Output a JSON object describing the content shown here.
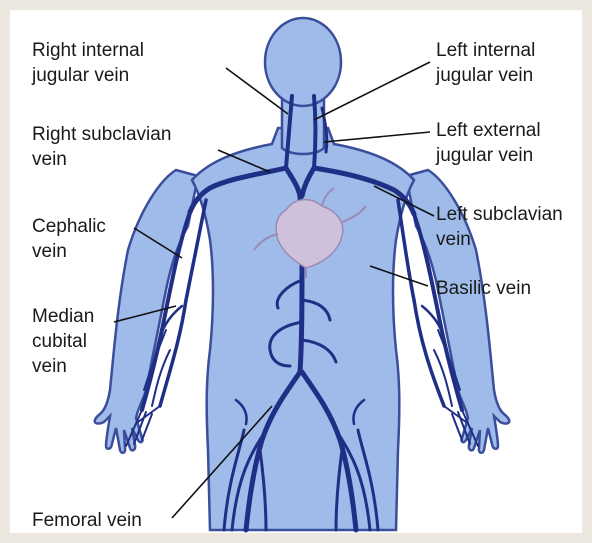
{
  "labels": {
    "right_internal_jugular": [
      "Right internal",
      "jugular vein"
    ],
    "left_internal_jugular": [
      "Left internal",
      "jugular vein"
    ],
    "right_subclavian": [
      "Right subclavian",
      "vein"
    ],
    "left_external_jugular": [
      "Left external",
      "jugular vein"
    ],
    "cephalic": [
      "Cephalic",
      "vein"
    ],
    "left_subclavian": [
      "Left subclavian",
      "vein"
    ],
    "basilic": [
      "Basilic vein"
    ],
    "median_cubital": [
      "Median",
      "cubital",
      "vein"
    ],
    "femoral": [
      "Femoral vein"
    ]
  },
  "colors": {
    "body_fill": "#9fbbe9",
    "body_outline": "#3a4e9c",
    "vein": "#1f2f86",
    "heart": "#cfc0dc",
    "leader_line": "#111111",
    "page_background": "#ece8df",
    "panel_background": "#ffffff"
  }
}
